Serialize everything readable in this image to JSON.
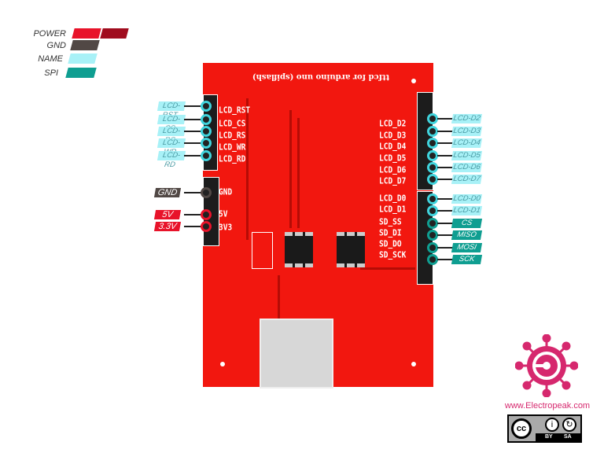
{
  "legend": [
    {
      "label": "POWER",
      "colors": [
        "#e8132a",
        "#a00c1e"
      ]
    },
    {
      "label": "GND",
      "colors": [
        "#514845"
      ]
    },
    {
      "label": "NAME",
      "colors": [
        "#a8f1f7"
      ]
    },
    {
      "label": "SPI",
      "colors": [
        "#0f9e91"
      ]
    }
  ],
  "board": {
    "title": "ttfcd for arduino uno (spiflash)",
    "color": "#f2170f"
  },
  "left_pins": [
    {
      "tag": "LCD-RST",
      "silk": "LCD_RST",
      "type": "name"
    },
    {
      "tag": "LCD-CS",
      "silk": "LCD_CS",
      "type": "name"
    },
    {
      "tag": "LCD-RS",
      "silk": "LCD_RS",
      "type": "name"
    },
    {
      "tag": "LCD-WR",
      "silk": "LCD_WR",
      "type": "name"
    },
    {
      "tag": "LCD-RD",
      "silk": "LCD_RD",
      "type": "name"
    },
    {
      "tag": "GND",
      "silk": "GND",
      "type": "gnd"
    },
    {
      "tag": "5V",
      "silk": "5V",
      "type": "pwr"
    },
    {
      "tag": "3.3V",
      "silk": "3V3",
      "type": "pwr"
    }
  ],
  "right_pins": [
    {
      "tag": "LCD-D2",
      "silk": "LCD_D2",
      "type": "name"
    },
    {
      "tag": "LCD-D3",
      "silk": "LCD_D3",
      "type": "name"
    },
    {
      "tag": "LCD-D4",
      "silk": "LCD_D4",
      "type": "name"
    },
    {
      "tag": "LCD-D5",
      "silk": "LCD_D5",
      "type": "name"
    },
    {
      "tag": "LCD-D6",
      "silk": "LCD_D6",
      "type": "name"
    },
    {
      "tag": "LCD-D7",
      "silk": "LCD_D7",
      "type": "name"
    },
    {
      "tag": "LCD-D0",
      "silk": "LCD_D0",
      "type": "name"
    },
    {
      "tag": "LCD-D1",
      "silk": "LCD_D1",
      "type": "name"
    },
    {
      "tag": "CS",
      "silk": "SD_SS",
      "type": "spi"
    },
    {
      "tag": "MISO",
      "silk": "SD_DI",
      "type": "spi"
    },
    {
      "tag": "MOSI",
      "silk": "SD_DO",
      "type": "spi"
    },
    {
      "tag": "SCK",
      "silk": "SD_SCK",
      "type": "spi"
    }
  ],
  "brand": {
    "url": "www.Electropeak.com",
    "color": "#d6286e",
    "license": {
      "by": "BY",
      "sa": "SA"
    }
  }
}
